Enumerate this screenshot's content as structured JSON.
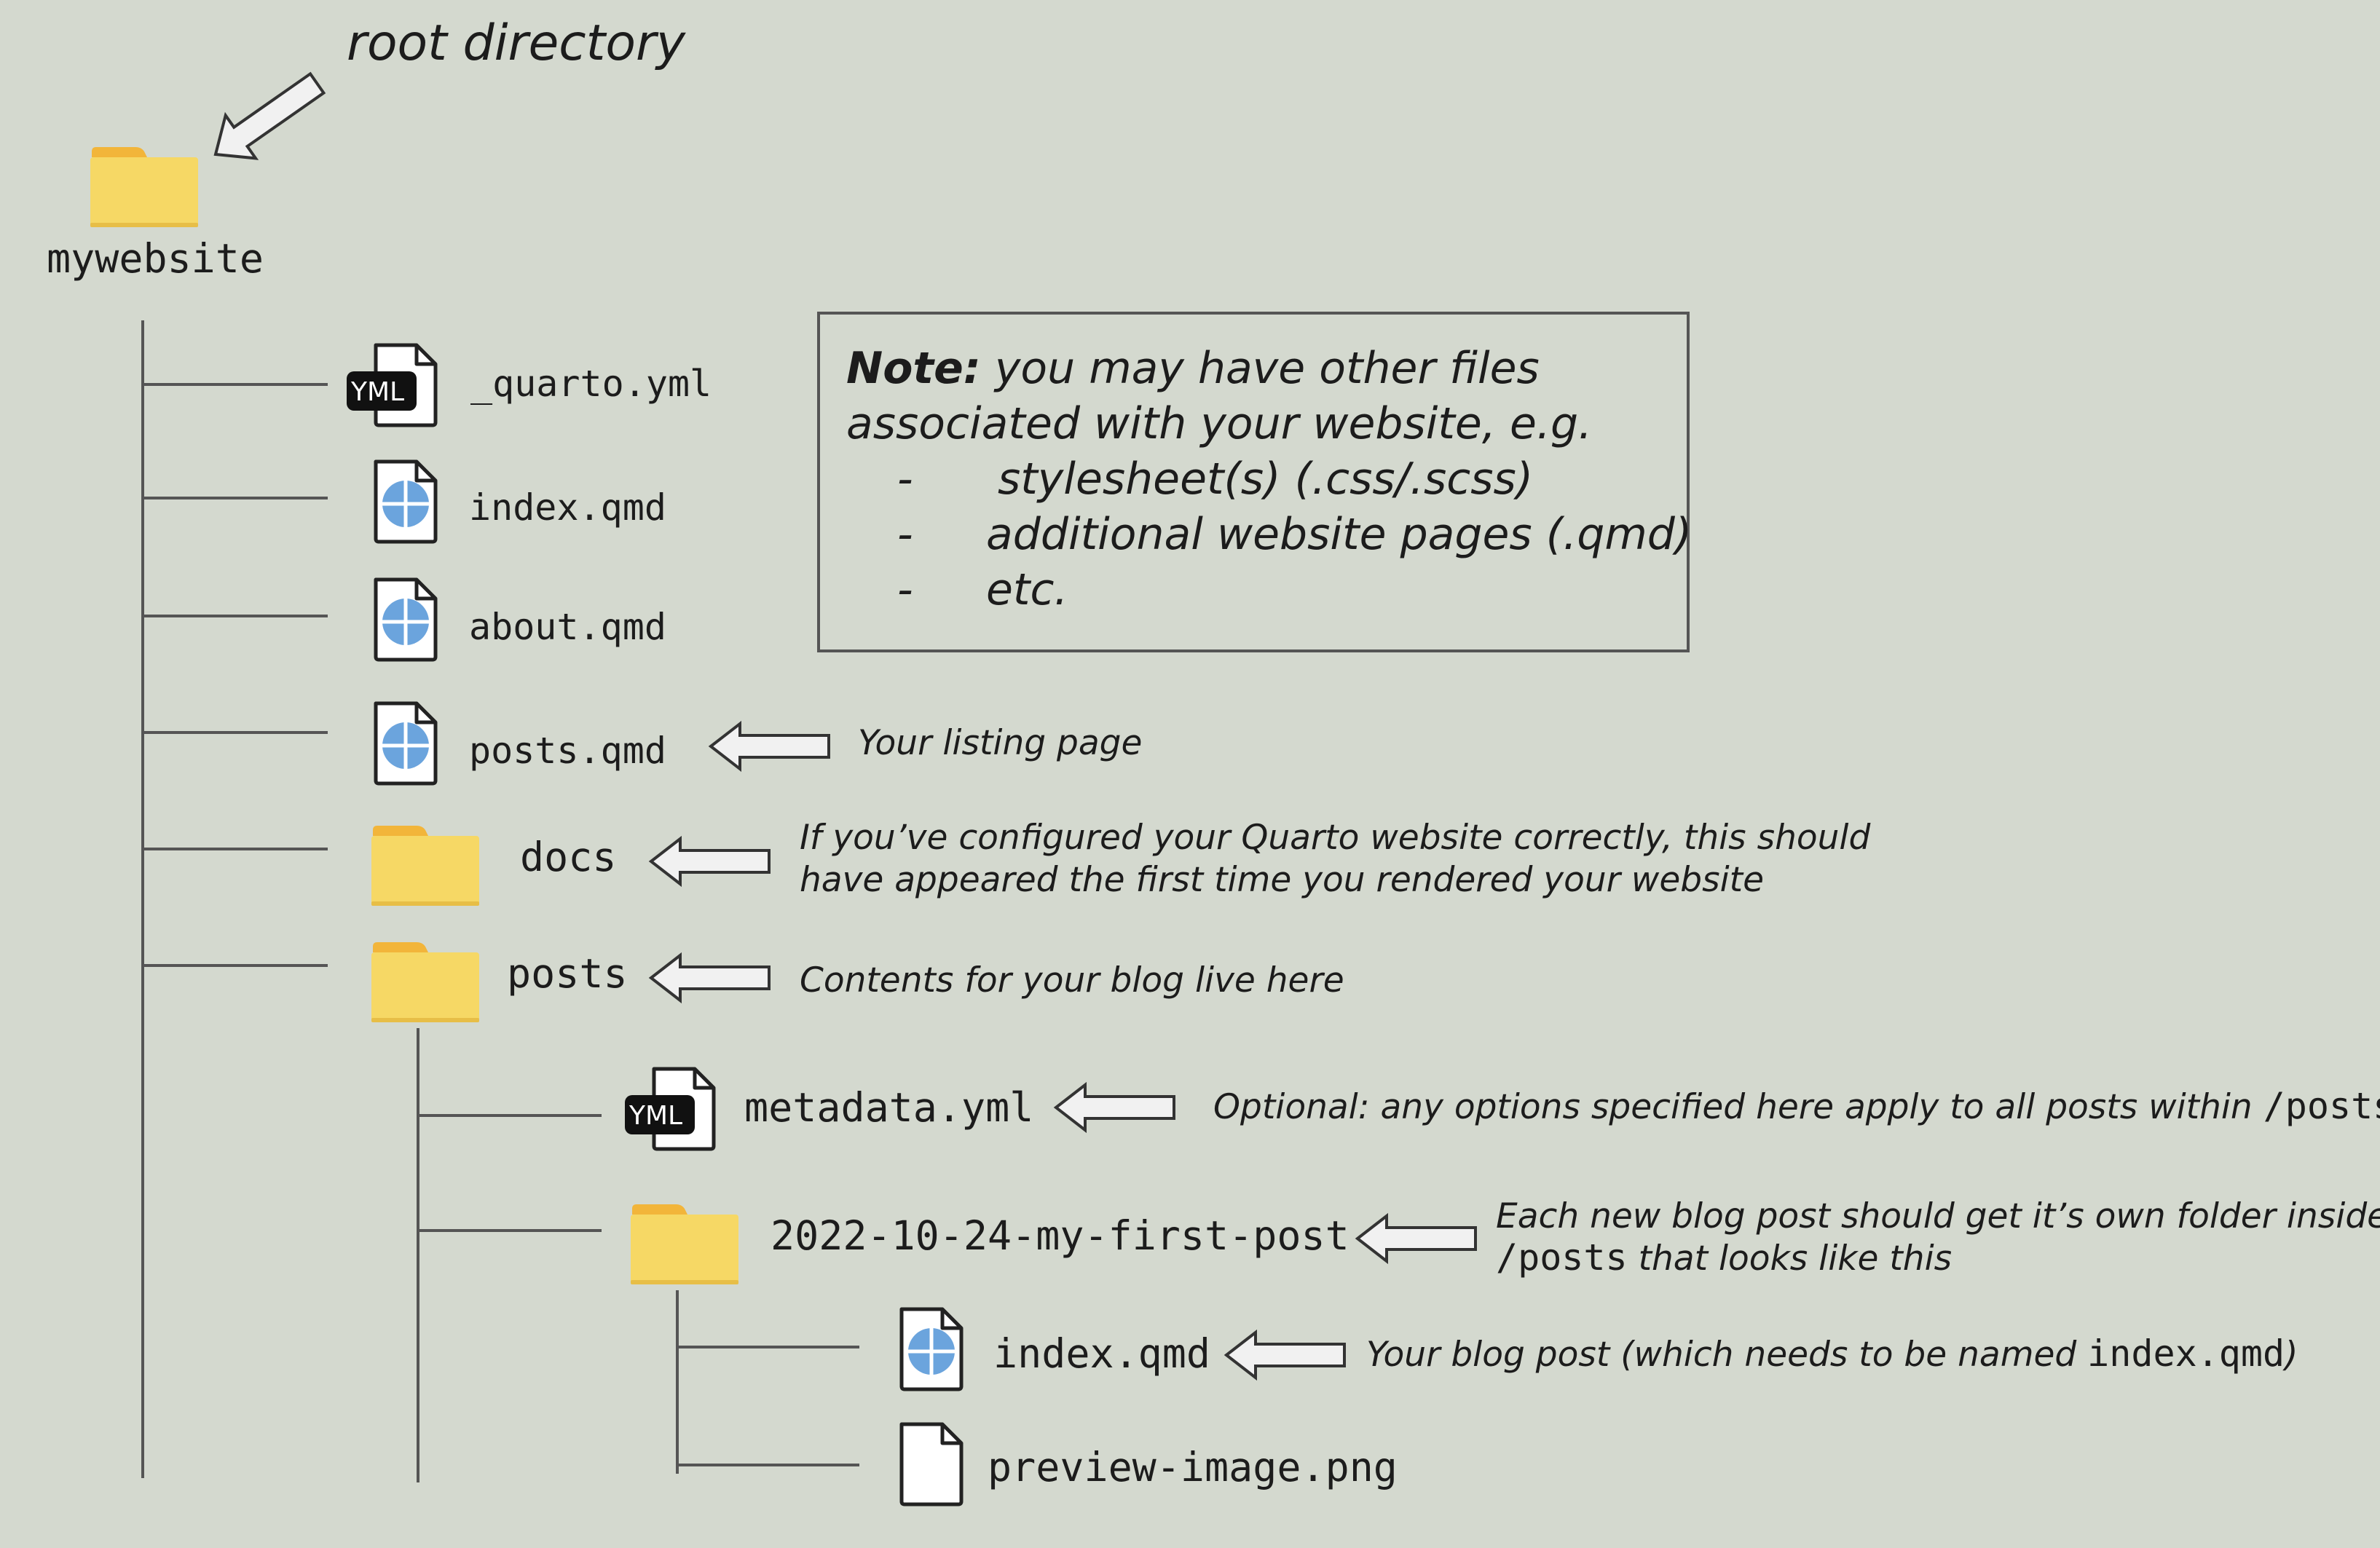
{
  "root_label": "root directory",
  "root_folder": {
    "name": "mywebsite",
    "icon": "folder-icon"
  },
  "items": {
    "quarto_yml": {
      "name": "_quarto.yml",
      "icon": "yml-file-icon",
      "badge": "YML"
    },
    "index_qmd": {
      "name": "index.qmd",
      "icon": "qmd-file-icon"
    },
    "about_qmd": {
      "name": "about.qmd",
      "icon": "qmd-file-icon"
    },
    "posts_qmd": {
      "name": "posts.qmd",
      "icon": "qmd-file-icon",
      "note": "Your listing page"
    },
    "docs": {
      "name": "docs",
      "icon": "folder-icon",
      "note_line1": "If you’ve configured your Quarto website correctly, this should",
      "note_line2": "have appeared the first time you rendered your website"
    },
    "posts": {
      "name": "posts",
      "icon": "folder-icon",
      "note": "Contents for your blog live here"
    },
    "metadata_yml": {
      "name": "metadata.yml",
      "icon": "yml-file-icon",
      "badge": "YML",
      "note_text": "Optional: any options specified here apply to all posts within ",
      "note_code": "/posts"
    },
    "first_post": {
      "name": "2022-10-24-my-first-post",
      "icon": "folder-icon",
      "note_line1": "Each new blog post should get it’s own folder inside",
      "note_code": "/posts",
      "note_line2_rest": " that looks like this"
    },
    "post_index": {
      "name": "index.qmd",
      "icon": "qmd-file-icon",
      "note_text": "Your blog post (which needs to be named ",
      "note_code": "index.qmd",
      "note_end": ")"
    },
    "preview_image": {
      "name": "preview-image.png",
      "icon": "file-icon"
    }
  },
  "note_box": {
    "bold": "Note:",
    "line1": " you may have other files",
    "line2": "associated with your website, e.g.",
    "bullet": "-",
    "bullets": [
      "stylesheet(s) (.css/.scss)",
      "additional website pages (.qmd)",
      "etc."
    ]
  },
  "colors": {
    "background": "#d4d9cf",
    "folder": "#f6d865",
    "folder_tab": "#f2b53a",
    "globe": "#6ba4dd"
  }
}
